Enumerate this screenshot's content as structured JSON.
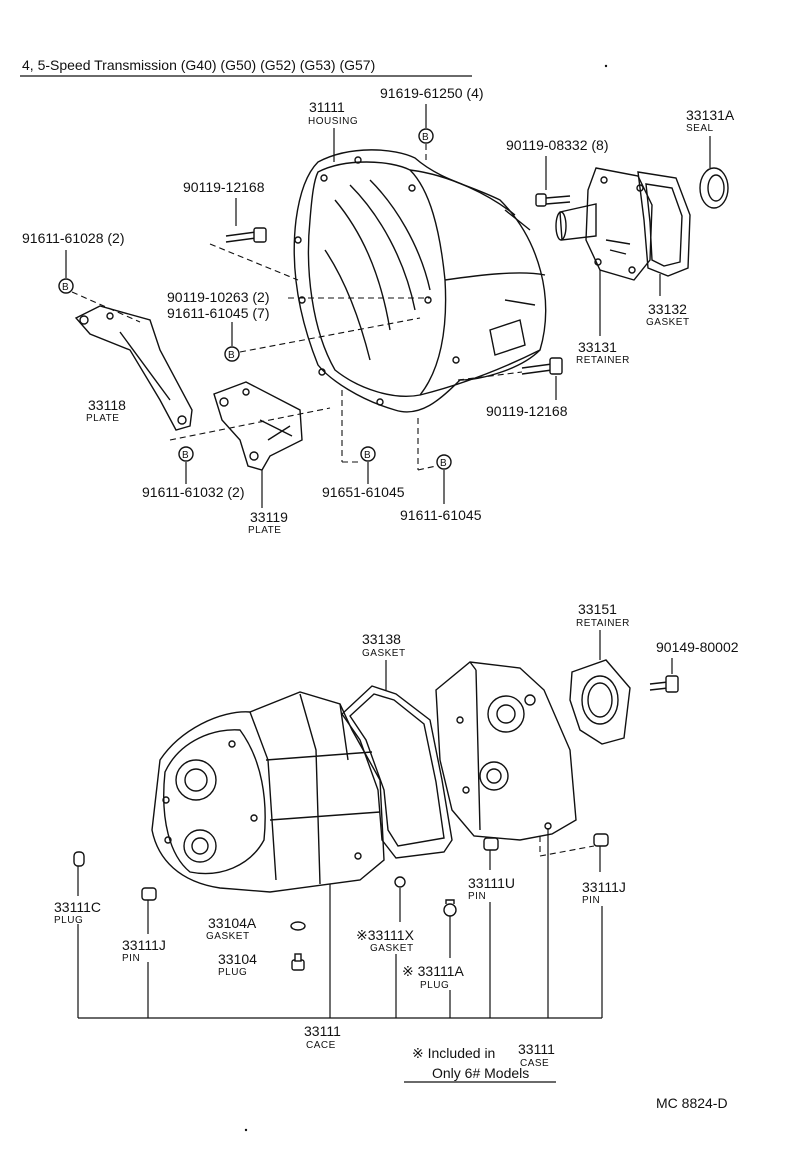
{
  "title": "4, 5-Speed Transmission (G40) (G50) (G52) (G53) (G57)",
  "parts": {
    "p31111": {
      "num": "31111",
      "name": "HOUSING"
    },
    "p91619": {
      "num": "91619-61250 (4)"
    },
    "p33131A": {
      "num": "33131A",
      "name": "SEAL"
    },
    "p90119_08332": {
      "num": "90119-08332 (8)"
    },
    "p90119_12168a": {
      "num": "90119-12168"
    },
    "p91611_61028": {
      "num": "91611-61028 (2)"
    },
    "p90119_10263": {
      "num": "90119-10263 (2)"
    },
    "p91611_61045_7": {
      "num": "91611-61045 (7)"
    },
    "p33132": {
      "num": "33132",
      "name": "GASKET"
    },
    "p33131": {
      "num": "33131",
      "name": "RETAINER"
    },
    "p33118": {
      "num": "33118",
      "name": "PLATE"
    },
    "p90119_12168b": {
      "num": "90119-12168"
    },
    "p91611_61032": {
      "num": "91611-61032 (2)"
    },
    "p91651_61045": {
      "num": "91651-61045"
    },
    "p91611_61045": {
      "num": "91611-61045"
    },
    "p33119": {
      "num": "33119",
      "name": "PLATE"
    },
    "p33151": {
      "num": "33151",
      "name": "RETAINER"
    },
    "p33138": {
      "num": "33138",
      "name": "GASKET"
    },
    "p90149": {
      "num": "90149-80002"
    },
    "p33111C": {
      "num": "33111C",
      "name": "PLUG"
    },
    "p33111J_left": {
      "num": "33111J",
      "name": "PIN"
    },
    "p33104A": {
      "num": "33104A",
      "name": "GASKET"
    },
    "p33104": {
      "num": "33104",
      "name": "PLUG"
    },
    "p33111X": {
      "num": "※33111X",
      "name": "GASKET"
    },
    "p33111A": {
      "num": "※ 33111A",
      "name": "PLUG"
    },
    "p33111U": {
      "num": "33111U",
      "name": "PIN"
    },
    "p33111J_right": {
      "num": "33111J",
      "name": "PIN"
    },
    "p33111": {
      "num": "33111",
      "name": "CACE"
    }
  },
  "bolt_marker": "B",
  "note": {
    "line1_prefix": "※ Included in",
    "line1_num": "33111",
    "line1_sub": "CASE",
    "line2": "Only 6# Models"
  },
  "code": "MC 8824-D"
}
